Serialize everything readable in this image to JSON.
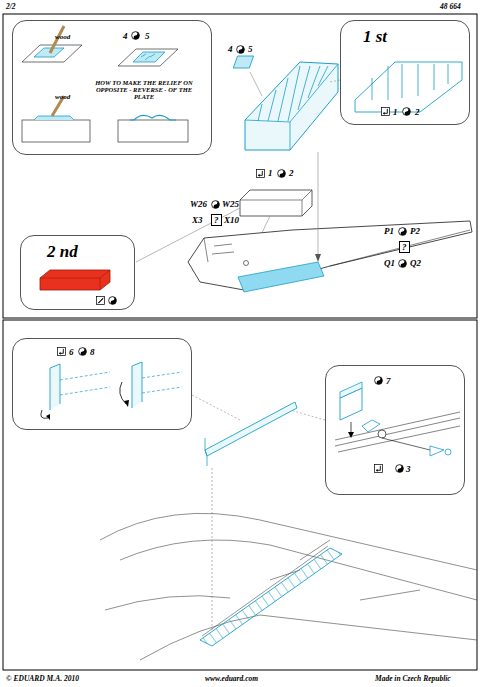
{
  "diagram": {
    "nodes": [
      {
        "text": [
          "wood",
          "wood",
          "4",
          "5",
          "HOW TO MAKE THE RELIEF ON OPPOSITE - REVERSE - OF THE PLATE"
        ]
      },
      {
        "text": [
          "1 st",
          "1",
          "2"
        ]
      },
      {
        "text": [
          "2 nd"
        ]
      },
      {
        "text": [
          "6",
          "8"
        ]
      },
      {
        "text": [
          "7",
          "3"
        ]
      }
    ],
    "labels": [
      "2/2",
      "48 664",
      "4",
      "5",
      "1",
      "2",
      "W26",
      "W25",
      "X3",
      "?",
      "X10",
      "P1",
      "P2",
      "?",
      "Q1",
      "Q2",
      "© EDUARD  M.A. 2010",
      "www.eduard.com",
      "Made in Czech Republic"
    ]
  }
}
